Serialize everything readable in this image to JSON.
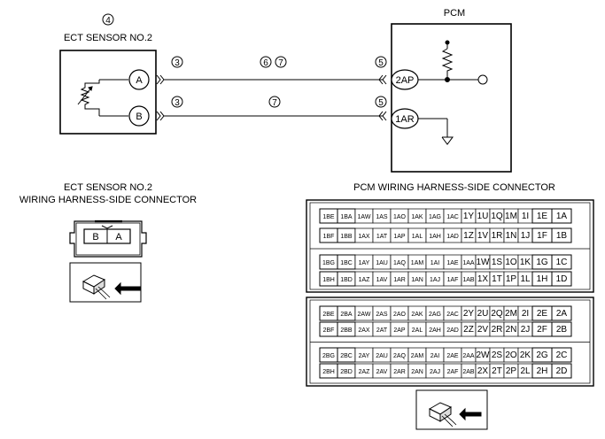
{
  "diagram": {
    "ect_sensor_title": "ECT SENSOR NO.2",
    "ect_sensor_marker": "4",
    "pcm_title": "PCM",
    "sensor_pins": [
      "A",
      "B"
    ],
    "pcm_pins": [
      "2AP",
      "1AR"
    ],
    "wire_top_connector_left": "3",
    "wire_top_connector_right": "5",
    "wire_top_notes": [
      "6",
      "7"
    ],
    "wire_bottom_connector_left": "3",
    "wire_bottom_connector_right": "5",
    "wire_bottom_notes": [
      "7"
    ]
  },
  "ect_connector": {
    "title_line1": "ECT SENSOR NO.2",
    "title_line2": "WIRING HARNESS-SIDE CONNECTOR",
    "cells": [
      "B",
      "A"
    ]
  },
  "pcm_connector": {
    "title": "PCM WIRING HARNESS-SIDE CONNECTOR",
    "block1": [
      [
        "1BE",
        "1BA",
        "1AW",
        "1AS",
        "1AO",
        "1AK",
        "1AG",
        "1AC",
        "1Y",
        "1U",
        "1Q",
        "1M",
        "1I",
        "1E",
        "1A"
      ],
      [
        "1BF",
        "1BB",
        "1AX",
        "1AT",
        "1AP",
        "1AL",
        "1AH",
        "1AD",
        "1Z",
        "1V",
        "1R",
        "1N",
        "1J",
        "1F",
        "1B"
      ],
      [
        "1BG",
        "1BC",
        "1AY",
        "1AU",
        "1AQ",
        "1AM",
        "1AI",
        "1AE",
        "1AA",
        "1W",
        "1S",
        "1O",
        "1K",
        "1G",
        "1C"
      ],
      [
        "1BH",
        "1BD",
        "1AZ",
        "1AV",
        "1AR",
        "1AN",
        "1AJ",
        "1AF",
        "1AB",
        "1X",
        "1T",
        "1P",
        "1L",
        "1H",
        "1D"
      ]
    ],
    "block2": [
      [
        "2BE",
        "2BA",
        "2AW",
        "2AS",
        "2AO",
        "2AK",
        "2AG",
        "2AC",
        "2Y",
        "2U",
        "2Q",
        "2M",
        "2I",
        "2E",
        "2A"
      ],
      [
        "2BF",
        "2BB",
        "2AX",
        "2AT",
        "2AP",
        "2AL",
        "2AH",
        "2AD",
        "2Z",
        "2V",
        "2R",
        "2N",
        "2J",
        "2F",
        "2B"
      ],
      [
        "2BG",
        "2BC",
        "2AY",
        "2AU",
        "2AQ",
        "2AM",
        "2AI",
        "2AE",
        "2AA",
        "2W",
        "2S",
        "2O",
        "2K",
        "2G",
        "2C"
      ],
      [
        "2BH",
        "2BD",
        "2AZ",
        "2AV",
        "2AR",
        "2AN",
        "2AJ",
        "2AF",
        "2AB",
        "2X",
        "2T",
        "2P",
        "2L",
        "2H",
        "2D"
      ]
    ]
  }
}
